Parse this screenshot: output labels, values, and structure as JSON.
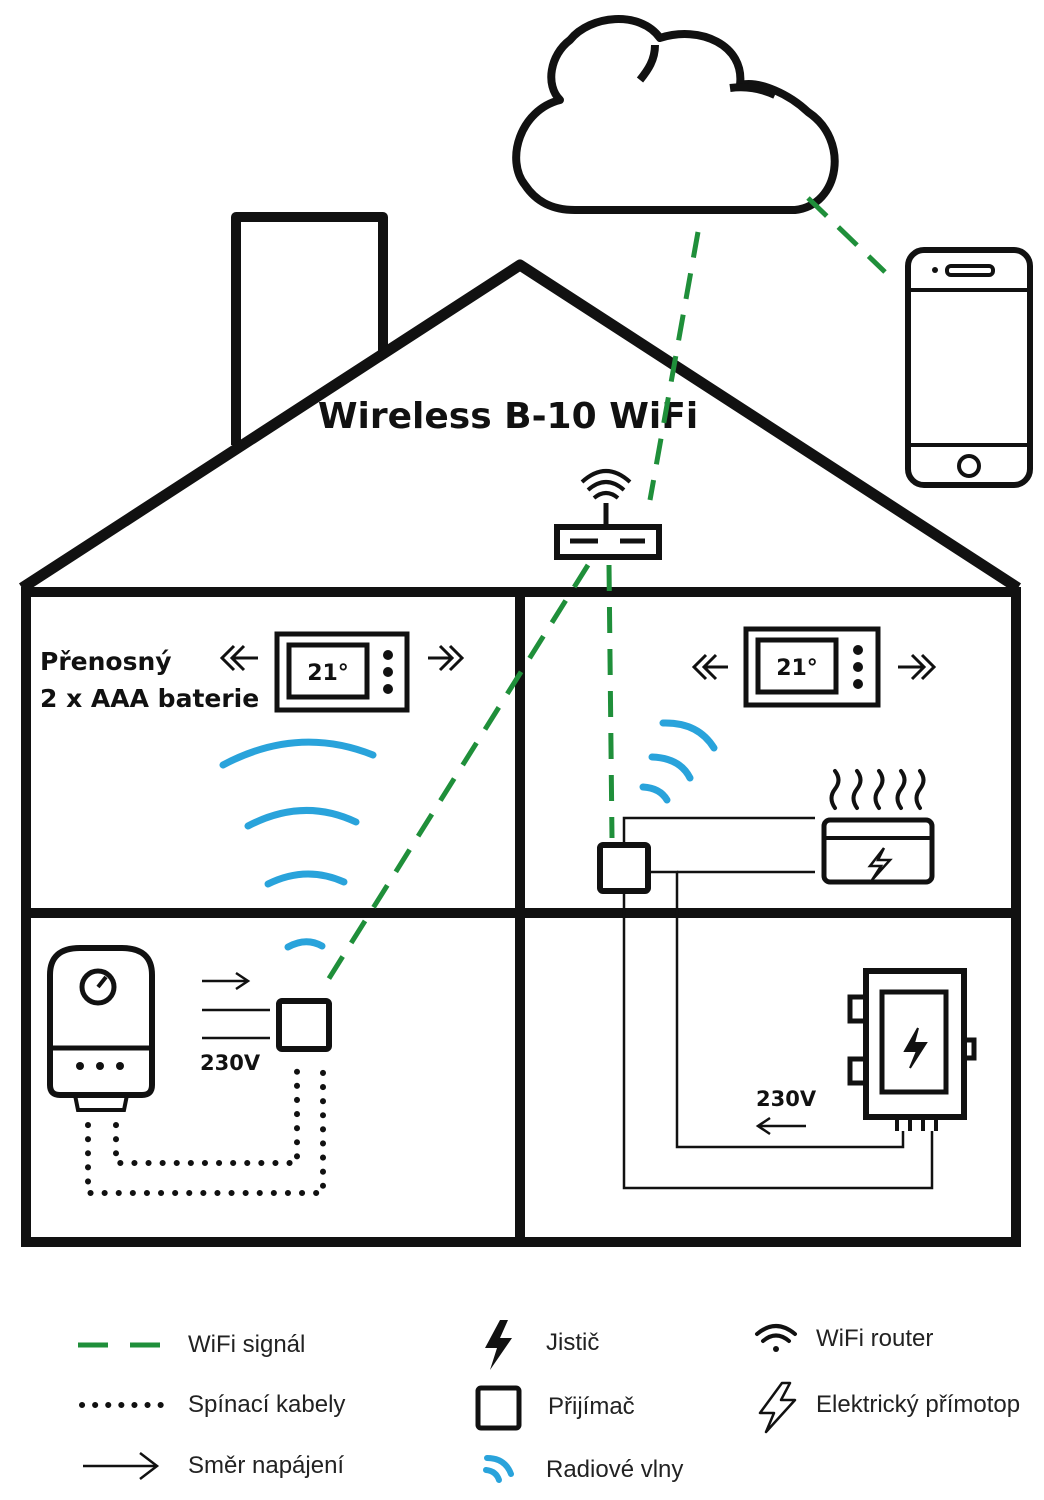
{
  "title": "Wireless B-10 WiFi",
  "portable_label": {
    "line1": "Přenosný",
    "line2": "2 x AAA baterie"
  },
  "thermostat_left": {
    "display": "21°"
  },
  "thermostat_right": {
    "display": "21°"
  },
  "voltage_left": "230V",
  "voltage_right": "230V",
  "colors": {
    "wifi_signal": "#1f8f3a",
    "radio_waves": "#29a3db",
    "lines": "#111111"
  },
  "icons": [
    "cloud-icon",
    "smartphone-icon",
    "wifi-router-icon",
    "thermostat-icon",
    "boiler-icon",
    "receiver-icon",
    "electric-heater-icon",
    "circuit-breaker-icon",
    "radio-waves-icon",
    "arrow-icon"
  ],
  "legend": [
    {
      "icon": "wifi-dashed-line-icon",
      "label": "WiFi signál"
    },
    {
      "icon": "dotted-line-icon",
      "label": "Spínací kabely"
    },
    {
      "icon": "arrow-icon",
      "label": "Směr napájení"
    },
    {
      "icon": "lightning-bolt-icon",
      "label": "Jistič"
    },
    {
      "icon": "receiver-square-icon",
      "label": "Přijímač"
    },
    {
      "icon": "radio-wave-icon",
      "label": "Radiové vlny"
    },
    {
      "icon": "wifi-router-icon",
      "label": "WiFi router"
    },
    {
      "icon": "heater-bolt-icon",
      "label": "Elektrický přímotop"
    }
  ]
}
